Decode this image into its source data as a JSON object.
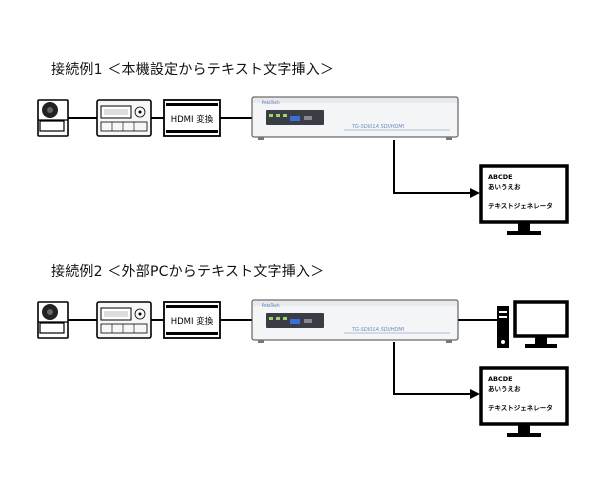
{
  "example1": {
    "heading": "接続例1 ＜本機設定からテキスト文字挿入＞",
    "converter_label": "HDMI 変換",
    "monitor_lines": [
      "ABCDE",
      "あいうえお",
      "テキストジェネレータ"
    ]
  },
  "example2": {
    "heading": "接続例2 ＜外部PCからテキスト文字挿入＞",
    "converter_label": "HDMI 変換",
    "monitor_lines": [
      "ABCDE",
      "あいうえお",
      "テキストジェネレータ"
    ]
  },
  "device": {
    "brand": "PetaTech",
    "model": "TG-SDI01A  SDI/HDMI"
  },
  "colors": {
    "line": "#000000",
    "device_body": "#f4f5f7",
    "device_panel": "#3a3d45",
    "accent": "#3b6fd8"
  },
  "icons": [
    "camera-icon",
    "controller-icon",
    "converter-box",
    "text-generator-device",
    "monitor-icon",
    "pc-tower-icon"
  ]
}
